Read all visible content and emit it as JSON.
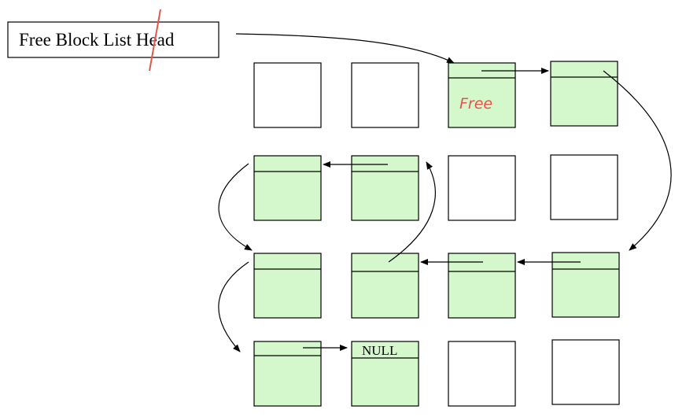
{
  "head_label": "Free Block List Head",
  "free_annotation": "Free",
  "null_label": "NULL",
  "colors": {
    "free_block": "#d4f7cc",
    "annotation": "#e0564a",
    "line": "#000000"
  },
  "grid": {
    "rows": [
      [
        "empty",
        "empty",
        "free",
        "free"
      ],
      [
        "free",
        "free",
        "empty",
        "empty"
      ],
      [
        "free",
        "free",
        "free",
        "free"
      ],
      [
        "free",
        "free",
        "empty",
        "empty"
      ]
    ]
  }
}
